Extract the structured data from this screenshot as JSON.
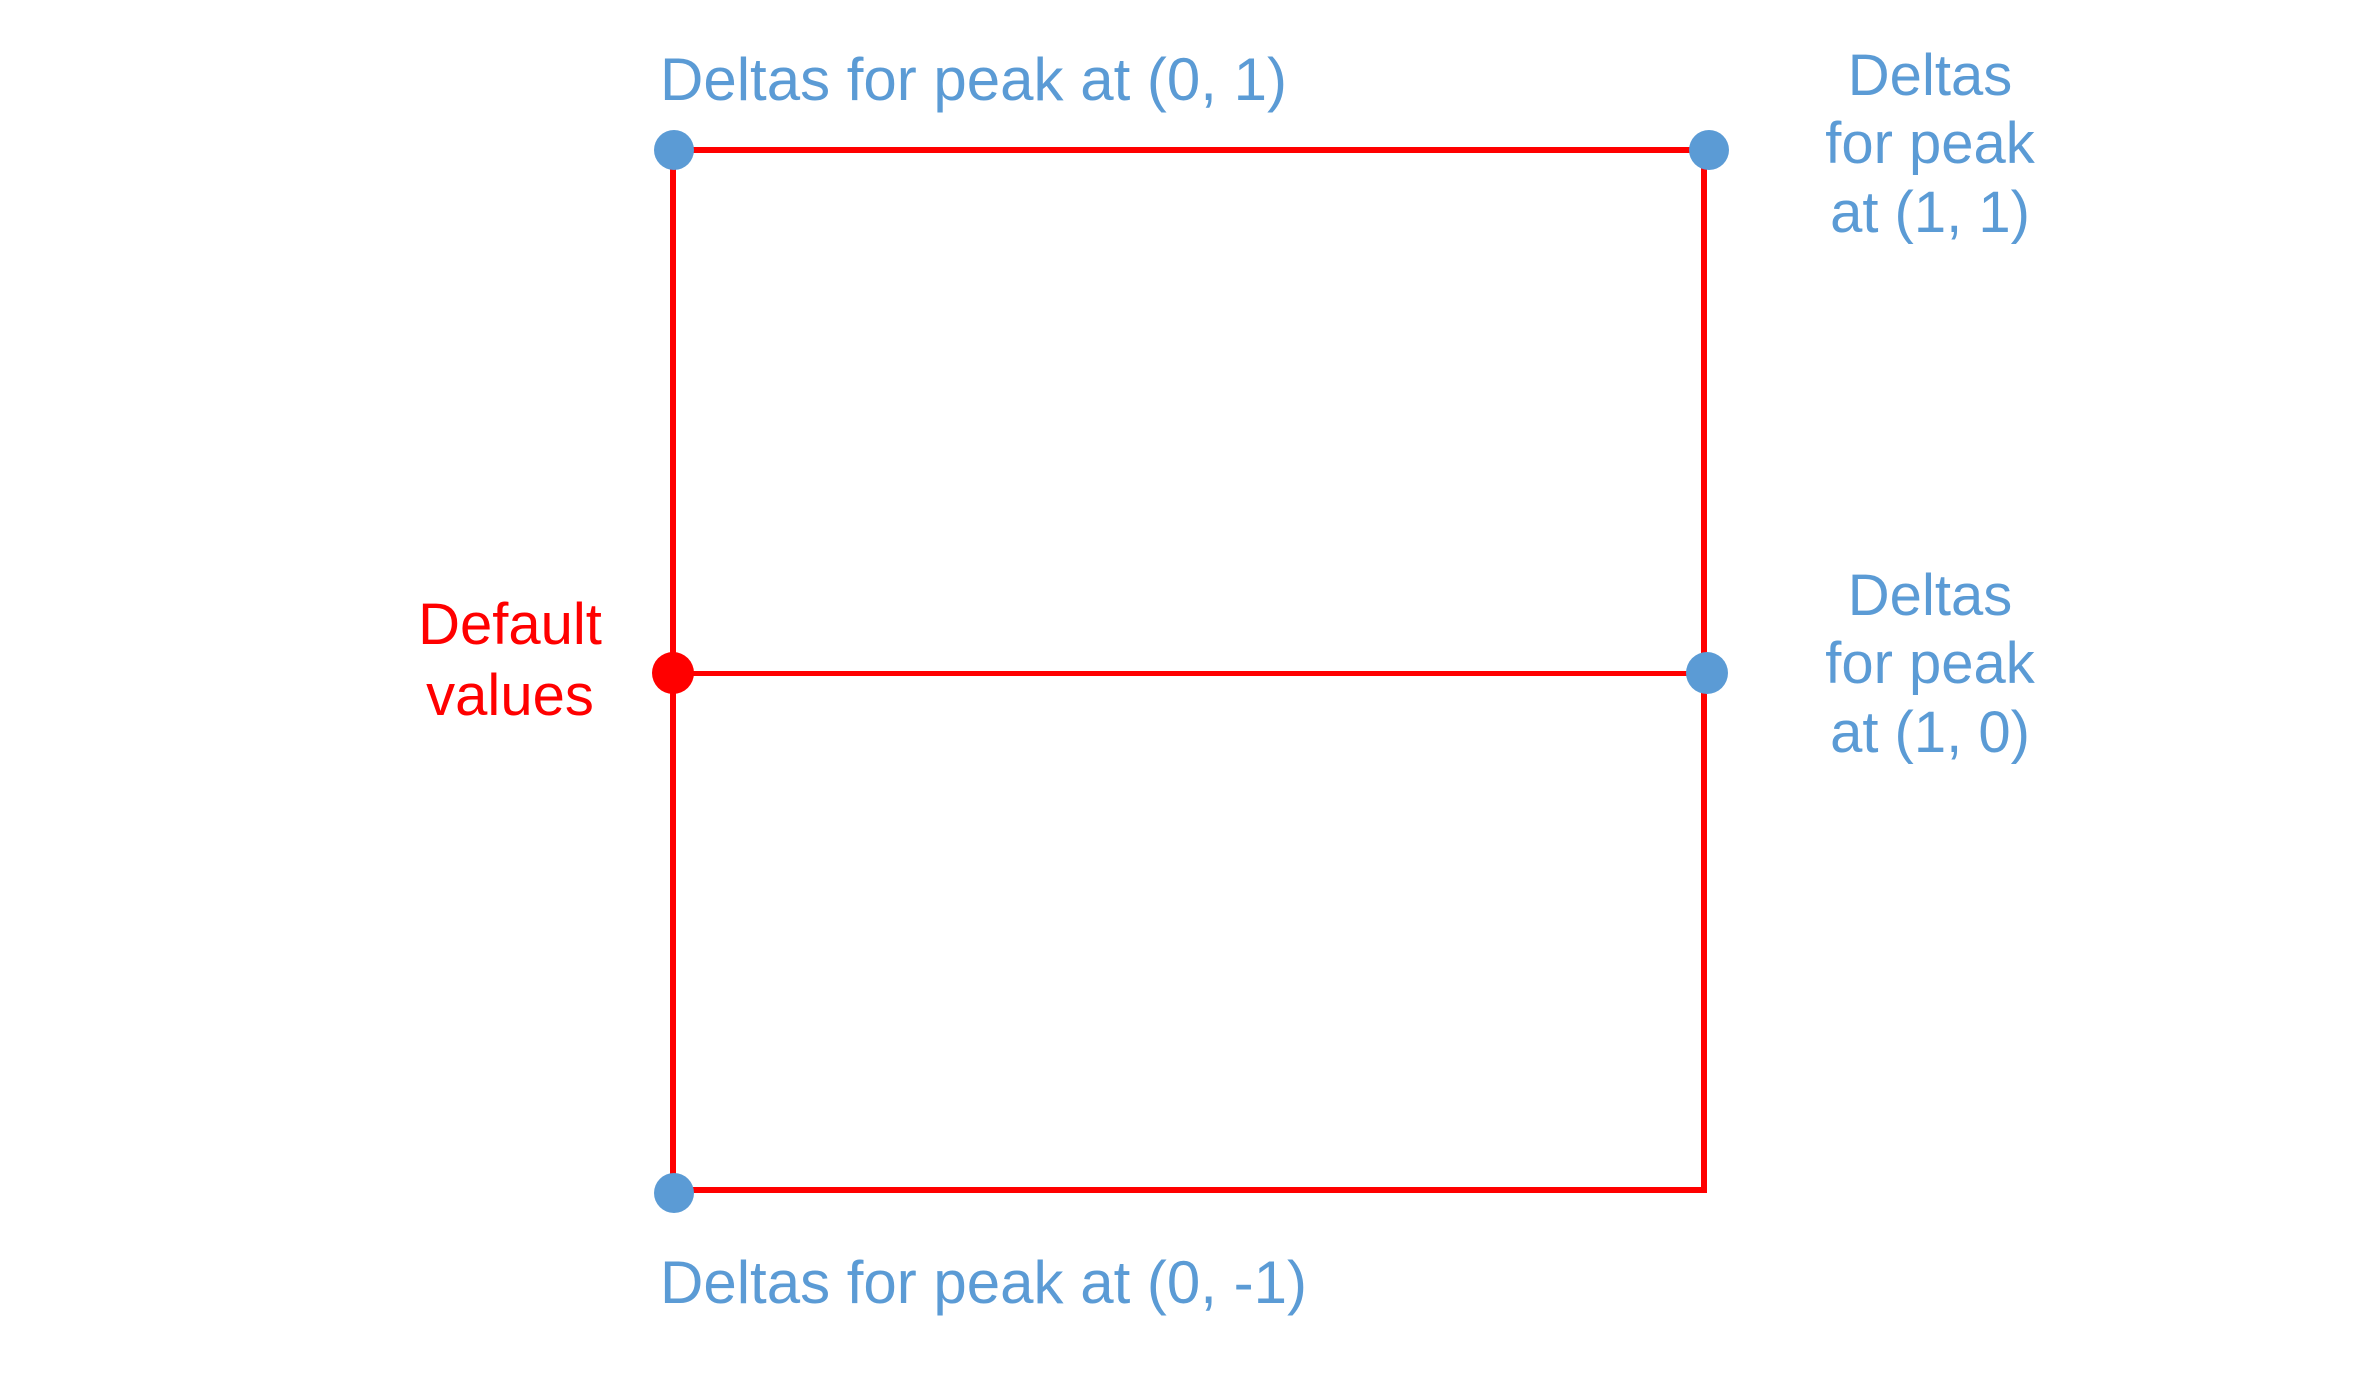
{
  "diagram": {
    "title_present": false,
    "background_color": "#FFFFFF",
    "edge_color": "#FF0000",
    "node_color": "#5B9BD5",
    "default_node_color": "#FF0000",
    "labels": {
      "top": "Deltas for peak at (0, 1)",
      "bottom": "Deltas for peak at (0, -1)",
      "right_top": "Deltas\nfor peak\nat (1, 1)",
      "right_middle": "Deltas\nfor peak\nat (1, 0)",
      "left": "Default\nvalues"
    },
    "nodes": [
      {
        "id": "top-left",
        "label": "Deltas for peak at (0, 1)",
        "color": "#5B9BD5"
      },
      {
        "id": "top-right",
        "label": "Deltas for peak at (1, 1)",
        "color": "#5B9BD5"
      },
      {
        "id": "middle-left",
        "label": "Default values",
        "color": "#FF0000"
      },
      {
        "id": "middle-right",
        "label": "Deltas for peak at (1, 0)",
        "color": "#5B9BD5"
      },
      {
        "id": "bottom-left",
        "label": "Deltas for peak at (0, -1)",
        "color": "#5B9BD5"
      }
    ]
  }
}
